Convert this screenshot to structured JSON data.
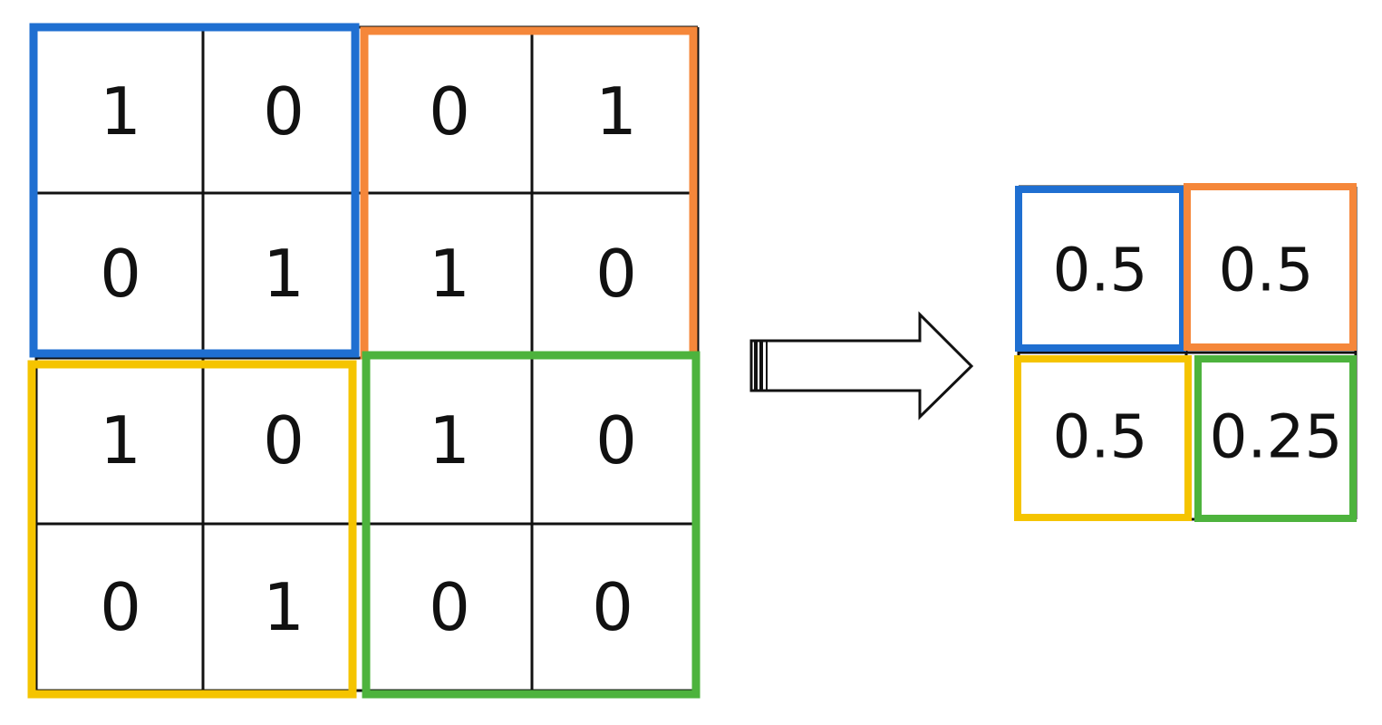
{
  "input_matrix": {
    "rows": [
      [
        "1",
        "0",
        "0",
        "1"
      ],
      [
        "0",
        "1",
        "1",
        "0"
      ],
      [
        "1",
        "0",
        "1",
        "0"
      ],
      [
        "0",
        "1",
        "0",
        "0"
      ]
    ]
  },
  "output_matrix": {
    "rows": [
      [
        "0.5",
        "0.5"
      ],
      [
        "0.5",
        "0.25"
      ]
    ]
  },
  "regions": [
    {
      "name": "top-left",
      "color": "#1f6fd1"
    },
    {
      "name": "top-right",
      "color": "#f5873a"
    },
    {
      "name": "bottom-left",
      "color": "#f5c400"
    },
    {
      "name": "bottom-right",
      "color": "#4db33d"
    }
  ],
  "arrow": {
    "icon": "right-arrow-icon"
  }
}
